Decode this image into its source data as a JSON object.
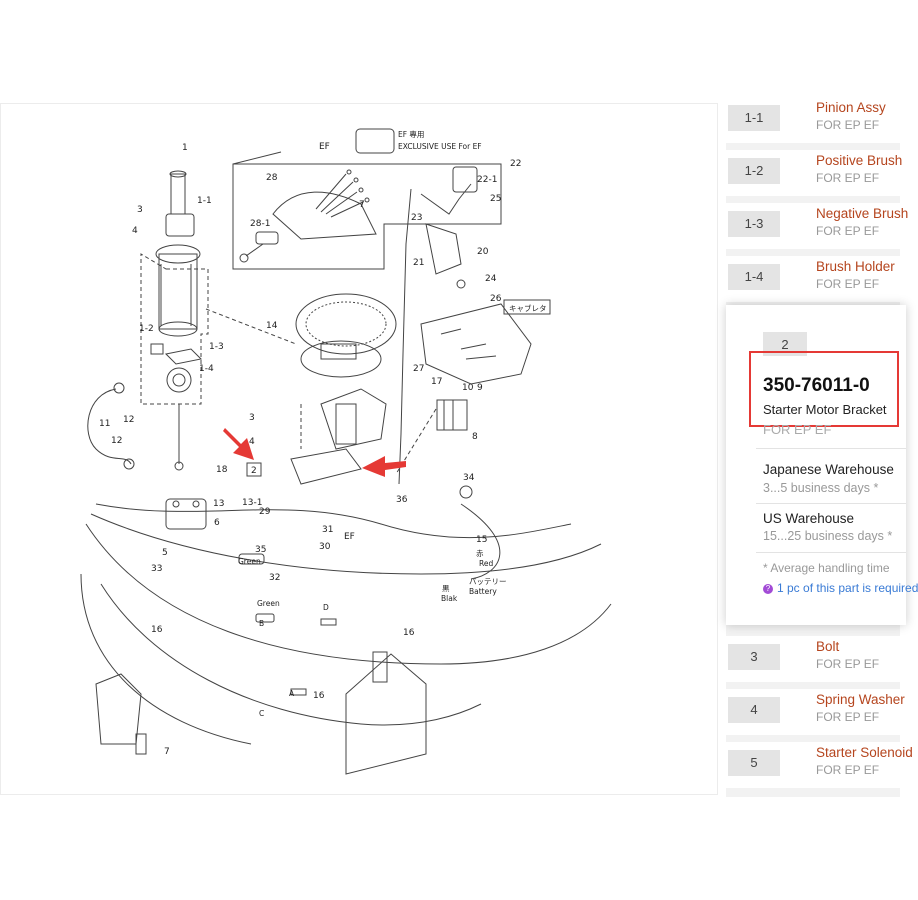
{
  "diagram": {
    "exclusive_note_badge": "EF 專用",
    "exclusive_note": "EXCLUSIVE USE For EF",
    "ef_label": "EF",
    "ef_label_2": "EF",
    "carburetor_label": "キャブレタ",
    "callout_label": "2",
    "wire_green_1": "Green",
    "wire_green_2": "Green",
    "wire_red_jp": "赤",
    "wire_red": "Red",
    "wire_black_jp": "黒",
    "wire_black": "Blak",
    "battery_jp": "バッテリー",
    "battery": "Battery",
    "part_refs": [
      "1",
      "1-1",
      "3",
      "4",
      "1-2",
      "1-3",
      "1-4",
      "12",
      "11",
      "12",
      "14",
      "28",
      "28-1",
      "7",
      "22",
      "22-1",
      "25",
      "23",
      "21",
      "20",
      "24",
      "26",
      "27",
      "17",
      "10",
      "9",
      "8",
      "3",
      "4",
      "18",
      "5",
      "33",
      "13",
      "13-1",
      "6",
      "29",
      "35",
      "32",
      "31",
      "30",
      "34",
      "15",
      "36",
      "16",
      "16",
      "16",
      "7",
      "D",
      "B",
      "A",
      "C"
    ]
  },
  "parts": [
    {
      "num": "1-1",
      "name": "Pinion Assy",
      "sub": "FOR EP EF"
    },
    {
      "num": "1-2",
      "name": "Positive Brush",
      "sub": "FOR EP EF"
    },
    {
      "num": "1-3",
      "name": "Negative Brush",
      "sub": "FOR EP EF"
    },
    {
      "num": "1-4",
      "name": "Brush Holder",
      "sub": "FOR EP EF"
    },
    {
      "num": "3",
      "name": "Bolt",
      "sub": "FOR EP EF"
    },
    {
      "num": "4",
      "name": "Spring Washer",
      "sub": "FOR EP EF"
    },
    {
      "num": "5",
      "name": "Starter Solenoid",
      "sub": "FOR EP EF"
    }
  ],
  "detail": {
    "num": "2",
    "part_number": "350-76011-0",
    "name": "Starter Motor Bracket",
    "sub": "FOR EP EF",
    "warehouses": [
      {
        "name": "Japanese Warehouse",
        "days": "3...5 business days *"
      },
      {
        "name": "US Warehouse",
        "days": "15...25 business days *"
      }
    ],
    "avg_note": "* Average handling time",
    "info_icon": "question-icon",
    "request_note": "1 pc of this part is required"
  },
  "colors": {
    "part_name": "#b5451e",
    "highlight": "#e53935",
    "arrow": "#e53935",
    "link": "#3a7bd5"
  }
}
